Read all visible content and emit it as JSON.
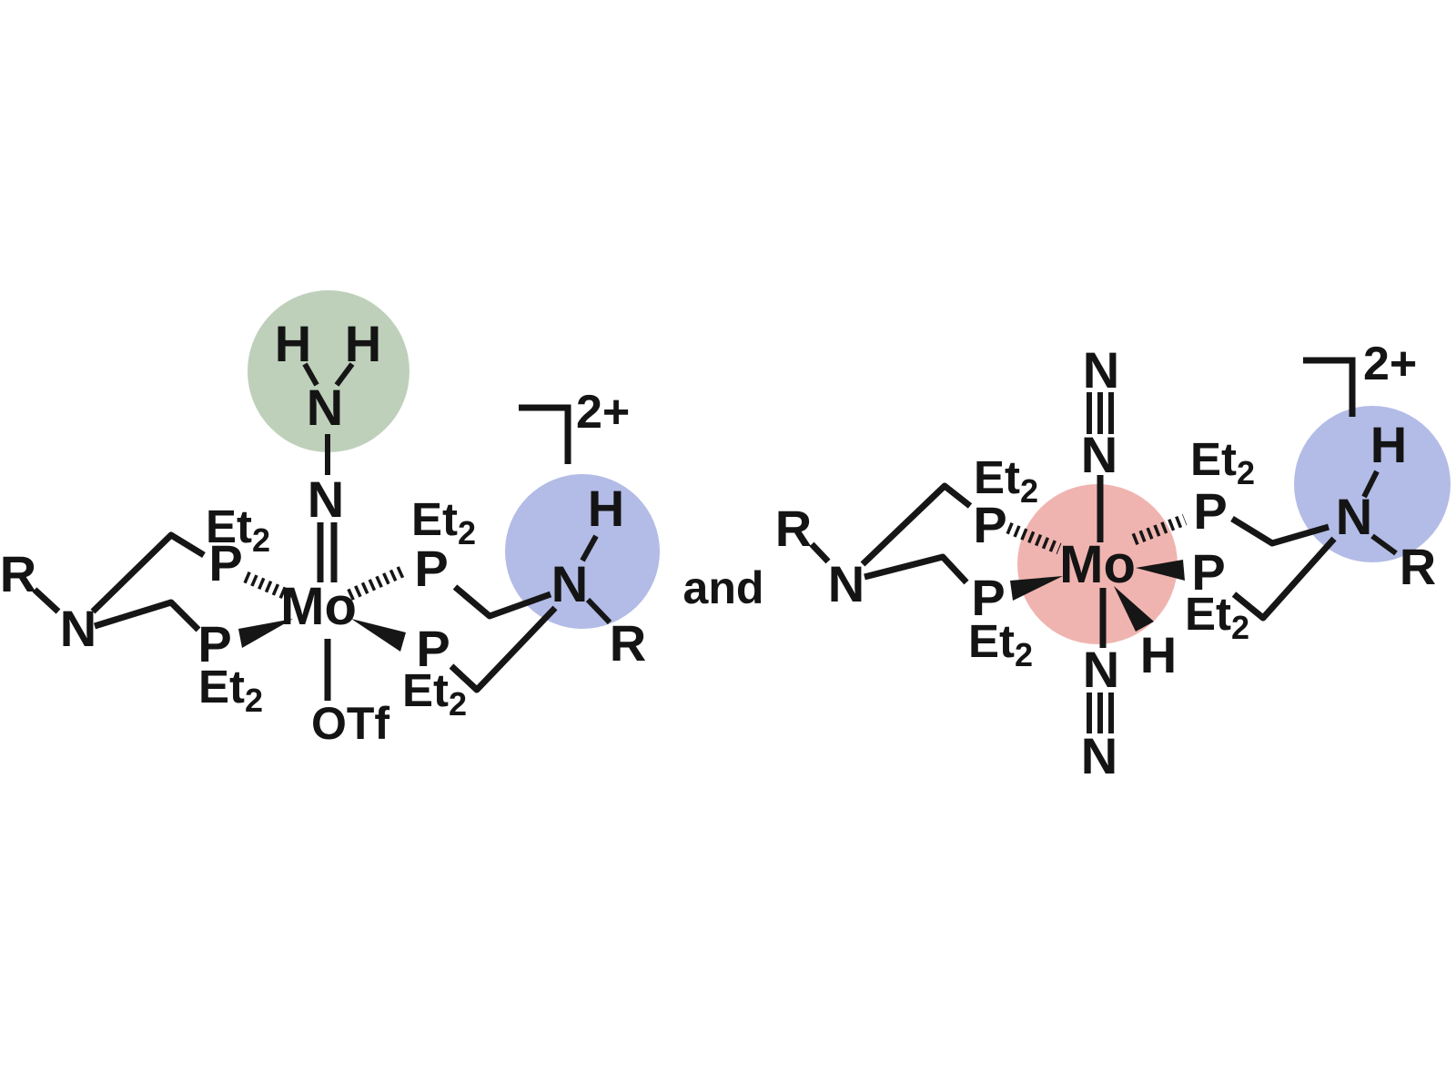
{
  "colors": {
    "bond_black": "#161616",
    "dinitrogen_blue": "#2012e6",
    "amine_nitrogen_navy": "#1a2560",
    "hydrazide_h_brick": "#ac2d1b",
    "amine_h_crimson": "#c2203e",
    "hydride_h_red": "#f71f04",
    "green_highlight": "#bed0ba",
    "blue_highlight": "#b3bce6",
    "red_highlight": "#f0b4b0"
  },
  "conjunction": "and",
  "left_complex": {
    "charge_label": "2+",
    "metal_label": "Mo",
    "triflate_label": "OTf",
    "hydrazide": {
      "h_left": "H",
      "h_right": "H",
      "n_outer": "N",
      "n_inner": "N"
    },
    "left_amine": {
      "r": "R",
      "n": "N"
    },
    "right_amine": {
      "n": "N",
      "h": "H",
      "r": "R"
    },
    "phosphines": {
      "top_left": {
        "p": "P",
        "et": "Et",
        "sub": "2"
      },
      "bottom_left": {
        "p": "P",
        "et": "Et",
        "sub": "2"
      },
      "top_right": {
        "p": "P",
        "et": "Et",
        "sub": "2"
      },
      "bottom_right": {
        "p": "P",
        "et": "Et",
        "sub": "2"
      }
    }
  },
  "right_complex": {
    "charge_label": "2+",
    "metal_label": "Mo",
    "hydride_label": "H",
    "dinitrogen_top": {
      "n_outer": "N",
      "n_inner": "N"
    },
    "dinitrogen_bottom": {
      "n_inner": "N",
      "n_outer": "N"
    },
    "left_amine": {
      "r": "R",
      "n": "N"
    },
    "right_amine": {
      "n": "N",
      "h": "H",
      "r": "R"
    },
    "phosphines": {
      "top_left": {
        "p": "P",
        "et": "Et",
        "sub": "2"
      },
      "bottom_left": {
        "p": "P",
        "et": "Et",
        "sub": "2"
      },
      "top_right": {
        "p": "P",
        "et": "Et",
        "sub": "2"
      },
      "bottom_right": {
        "p": "P",
        "et": "Et",
        "sub": "2"
      }
    }
  }
}
